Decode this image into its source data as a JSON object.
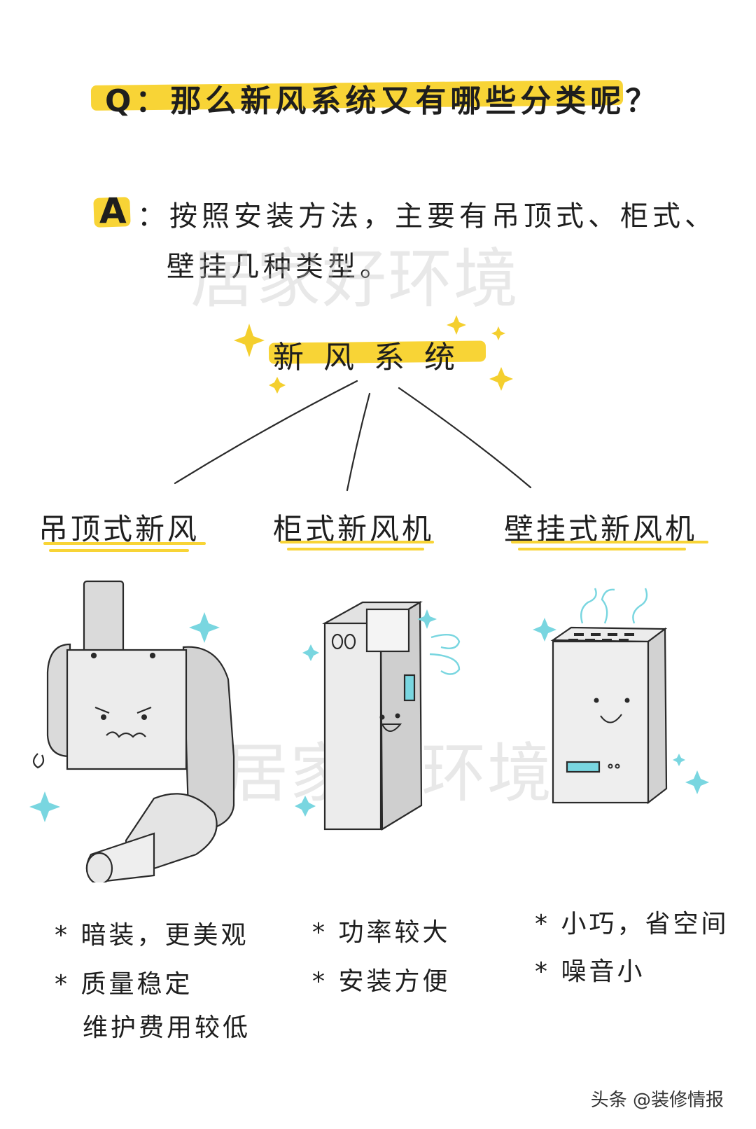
{
  "question": {
    "q_label": "Q",
    "text": "：那么新风系统又有哪些分类呢？"
  },
  "answer": {
    "a_label": "A",
    "line1": "：按照安装方法，主要有吊顶式、柜式、",
    "line2": "壁挂几种类型。"
  },
  "watermark": "居家好环境",
  "root": {
    "label": "新风系统"
  },
  "categories": [
    {
      "label": "吊顶式新风",
      "features": [
        "* 暗装，更美观",
        "* 质量稳定",
        "维护费用较低"
      ]
    },
    {
      "label": "柜式新风机",
      "features": [
        "* 功率较大",
        "* 安装方便"
      ]
    },
    {
      "label": "壁挂式新风机",
      "features": [
        "* 小巧，省空间",
        "* 噪音小"
      ]
    }
  ],
  "footer": {
    "source": "头条 @装修情报"
  },
  "colors": {
    "highlight": "#f8d436",
    "sparkle_yellow": "#f4cf2e",
    "sparkle_teal": "#79d6e0",
    "line": "#2a2a2a"
  }
}
